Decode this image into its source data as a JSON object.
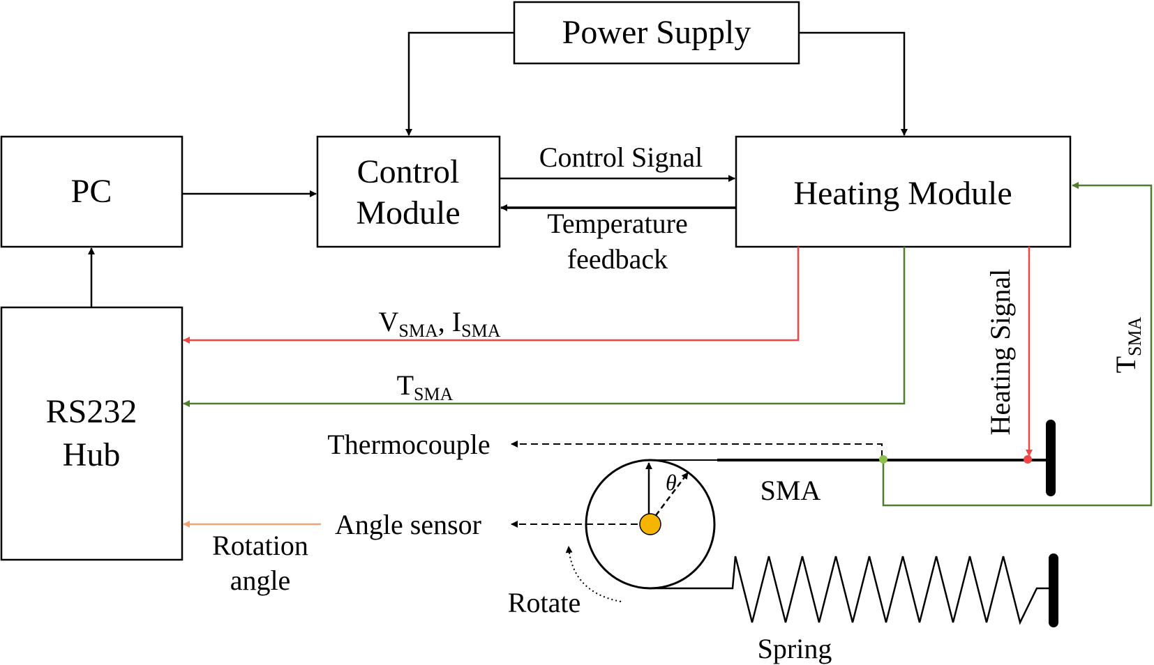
{
  "blocks": {
    "power_supply": "Power Supply",
    "pc": "PC",
    "control_module": [
      "Control",
      "Module"
    ],
    "heating_module": "Heating Module",
    "rs232_hub": [
      "RS232",
      "Hub"
    ]
  },
  "signals": {
    "control_signal": "Control Signal",
    "temperature_feedback": [
      "Temperature",
      "feedback"
    ],
    "vsma_isma": {
      "v": "V",
      "v_sub": "SMA",
      "sep": ", ",
      "i": "I",
      "i_sub": "SMA"
    },
    "tsma": {
      "t": "T",
      "sub": "SMA"
    },
    "heating_signal": "Heating Signal",
    "tsma_vertical": {
      "t": "T",
      "sub": "SMA"
    },
    "rotation_angle": [
      "Rotation",
      "angle"
    ]
  },
  "sensors": {
    "thermocouple": "Thermocouple",
    "angle_sensor": "Angle sensor"
  },
  "mechanism": {
    "sma": "SMA",
    "spring": "Spring",
    "rotate": "Rotate",
    "theta": "θ"
  },
  "colors": {
    "red": "#f04545",
    "green": "#4f7f2a",
    "orange": "#f2a374",
    "pulley_center": "#f4b400",
    "black": "#000000"
  }
}
